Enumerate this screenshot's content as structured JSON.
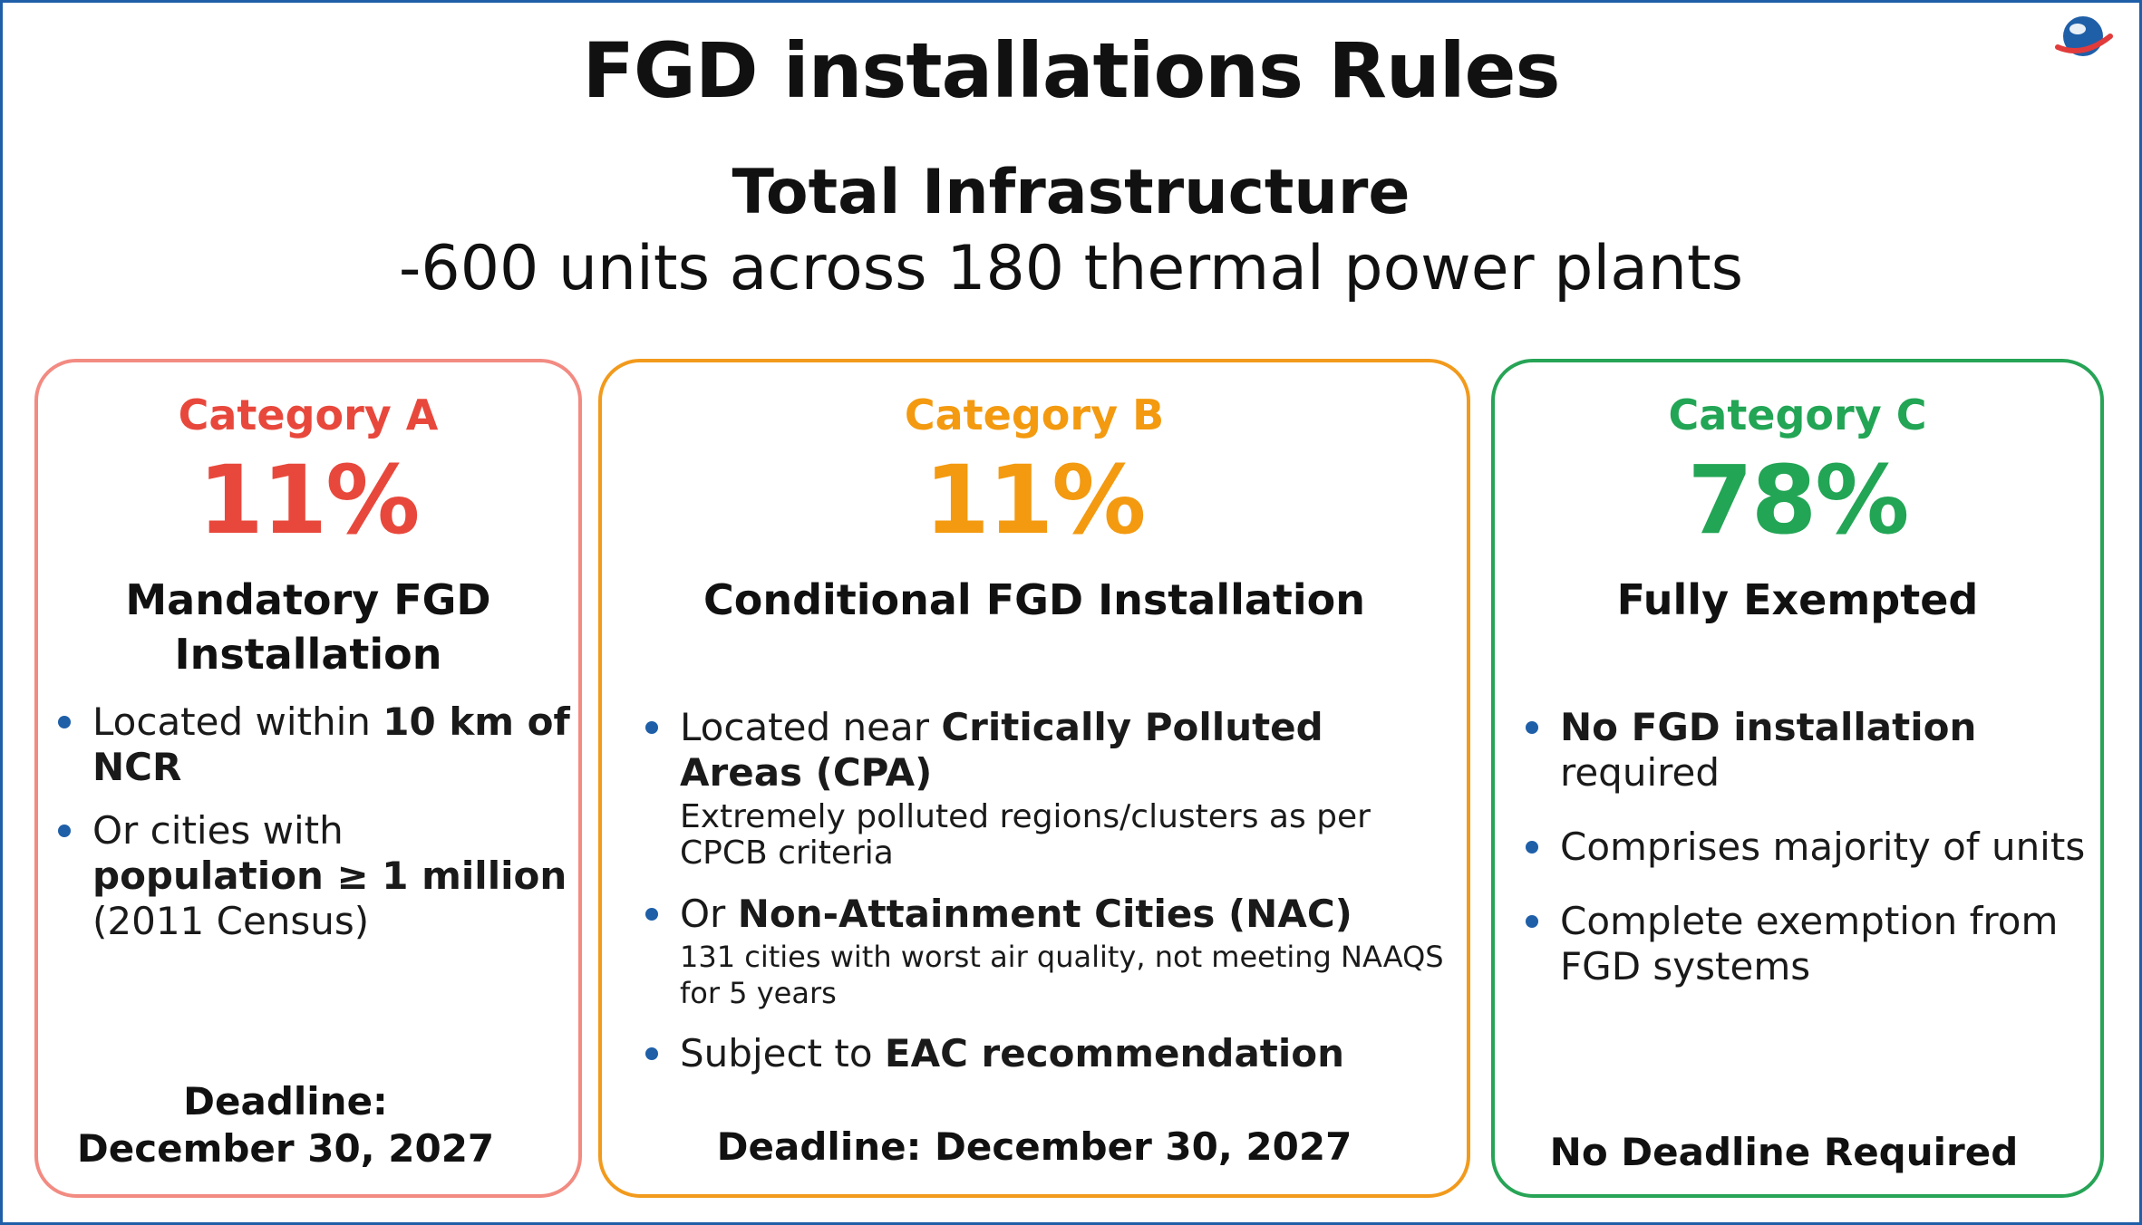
{
  "title": "FGD installations Rules",
  "subtitle": "Total Infrastructure",
  "summary": "-600 units across 180 thermal power plants",
  "colors": {
    "frame": "#1f5fa8",
    "category_a": "#e8483c",
    "category_b": "#f39a10",
    "category_c": "#22a555",
    "bullet": "#1f5fa8"
  },
  "logo": {
    "icon": "globe-logo-icon"
  },
  "categories": [
    {
      "label": "Category A",
      "percent": "11%",
      "heading_lines": [
        "Mandatory FGD",
        "Installation"
      ],
      "bullets": [
        {
          "parts": [
            "Located within ",
            "10 km of NCR"
          ]
        },
        {
          "parts": [
            "Or cities with ",
            "population ≥ 1 million",
            " (2011 Census)"
          ]
        }
      ],
      "deadline_lines": [
        "Deadline:",
        "December 30, 2027"
      ]
    },
    {
      "label": "Category B",
      "percent": "11%",
      "heading": "Conditional FGD Installation",
      "bullets": [
        {
          "parts": [
            "Located near ",
            "Critically Polluted Areas (CPA)"
          ],
          "note": "Extremely polluted regions/clusters as per CPCB criteria"
        },
        {
          "parts": [
            "Or ",
            "Non-Attainment Cities (NAC)"
          ],
          "note": "131 cities with worst air quality, not meeting NAAQS for 5 years"
        },
        {
          "parts": [
            "Subject to ",
            "EAC recommendation"
          ]
        }
      ],
      "deadline": "Deadline: December 30, 2027"
    },
    {
      "label": "Category C",
      "percent": "78%",
      "heading": "Fully Exempted",
      "bullets": [
        {
          "parts": [
            "No FGD installation",
            " required"
          ]
        },
        {
          "parts": [
            "Comprises majority of units"
          ]
        },
        {
          "parts": [
            "Complete exemption from FGD systems"
          ]
        }
      ],
      "deadline": "No Deadline Required"
    }
  ]
}
